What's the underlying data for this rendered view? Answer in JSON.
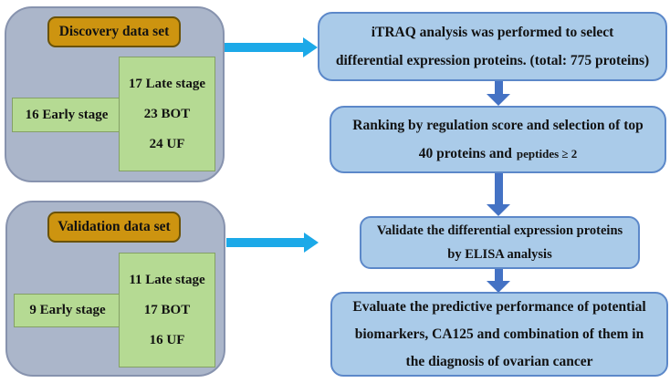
{
  "colors": {
    "figure_bg": "#ffffff",
    "panel_fill": "#abb6ca",
    "panel_border": "#8793ae",
    "label_fill": "#cd9410",
    "label_border": "#6a5208",
    "group_fill": "#b5da93",
    "group_border": "#84a066",
    "step_fill": "#aacbe9",
    "step_border": "#5c88c9",
    "arrow_vertical": "#4472c4",
    "arrow_horizontal": "#1ca9e8",
    "text": "#121212"
  },
  "discovery": {
    "title": "Discovery data set",
    "early_stage": "16 Early stage",
    "subgroups": [
      "17 Late stage",
      "23 BOT",
      "24 UF"
    ]
  },
  "validation": {
    "title": "Validation data set",
    "early_stage": "9 Early stage",
    "subgroups": [
      "11 Late stage",
      "17 BOT",
      "16 UF"
    ]
  },
  "steps": {
    "itraq": {
      "line1": "iTRAQ analysis was performed to select",
      "line2": "differential expression proteins. (total: 775 proteins)"
    },
    "ranking": {
      "line1": "Ranking by regulation score and selection of top",
      "line2_main": "40 proteins and",
      "line2_small": "peptides ≥ 2"
    },
    "elisa": {
      "line1": "Validate the differential expression proteins",
      "line2": "by ELISA analysis"
    },
    "evaluate": {
      "line1": "Evaluate the predictive performance of potential",
      "line2": "biomarkers, CA125 and combination of them in",
      "line3": "the diagnosis of ovarian cancer"
    }
  }
}
